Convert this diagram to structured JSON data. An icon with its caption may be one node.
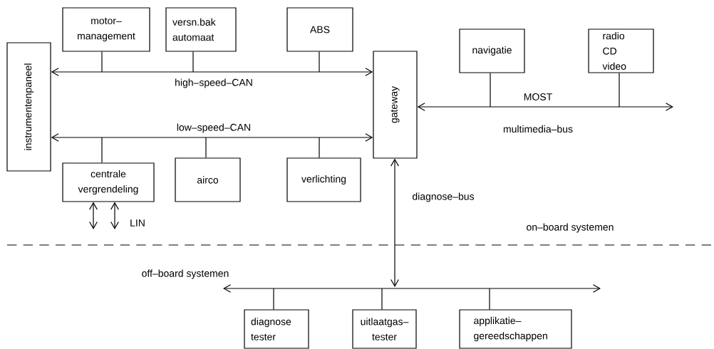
{
  "diagram": {
    "nodes": [
      {
        "text": [
          "motor– management"
        ]
      },
      {
        "text": [
          "versn.bak automaat"
        ]
      },
      {
        "text": [
          "ABS"
        ]
      },
      {
        "text": [
          "instrumentenpaneel"
        ]
      },
      {
        "text": [
          "gateway"
        ]
      },
      {
        "text": [
          "navigatie"
        ]
      },
      {
        "text": [
          "radio CD video"
        ]
      },
      {
        "text": [
          "centrale vergrendeling"
        ]
      },
      {
        "text": [
          "airco"
        ]
      },
      {
        "text": [
          "verlichting"
        ]
      },
      {
        "text": [
          "diagnose tester"
        ]
      },
      {
        "text": [
          "uitlaatgas– tester"
        ]
      },
      {
        "text": [
          "applikatie– gereedschappen"
        ]
      }
    ],
    "edges": [
      {
        "from": 3,
        "to": 4,
        "arrow": "both",
        "label": "high–speed–CAN"
      },
      {
        "from": 3,
        "to": 4,
        "arrow": "both",
        "label": "low–speed–CAN"
      },
      {
        "from": 0,
        "to": null,
        "arrow": "none"
      },
      {
        "from": 1,
        "to": null,
        "arrow": "none"
      },
      {
        "from": 2,
        "to": null,
        "arrow": "none"
      },
      {
        "from": 4,
        "to": null,
        "arrow": "both",
        "label": "MOST"
      },
      {
        "from": 5,
        "to": null,
        "arrow": "none"
      },
      {
        "from": 6,
        "to": null,
        "arrow": "none"
      },
      {
        "from": 7,
        "to": null,
        "arrow": "none"
      },
      {
        "from": 8,
        "to": null,
        "arrow": "none"
      },
      {
        "from": 9,
        "to": null,
        "arrow": "none"
      },
      {
        "from": 7,
        "to": null,
        "arrow": "both"
      },
      {
        "from": 7,
        "to": null,
        "arrow": "both"
      },
      {
        "from": 4,
        "to": null,
        "arrow": "both",
        "label": "diagnose–bus"
      },
      {
        "from": 10,
        "to": null,
        "arrow": "none"
      },
      {
        "from": 11,
        "to": null,
        "arrow": "none"
      },
      {
        "from": 12,
        "to": null,
        "arrow": "none"
      }
    ],
    "labels": [
      "multimedia–bus",
      "LIN",
      "on–board systemen",
      "off–board systemen"
    ]
  }
}
